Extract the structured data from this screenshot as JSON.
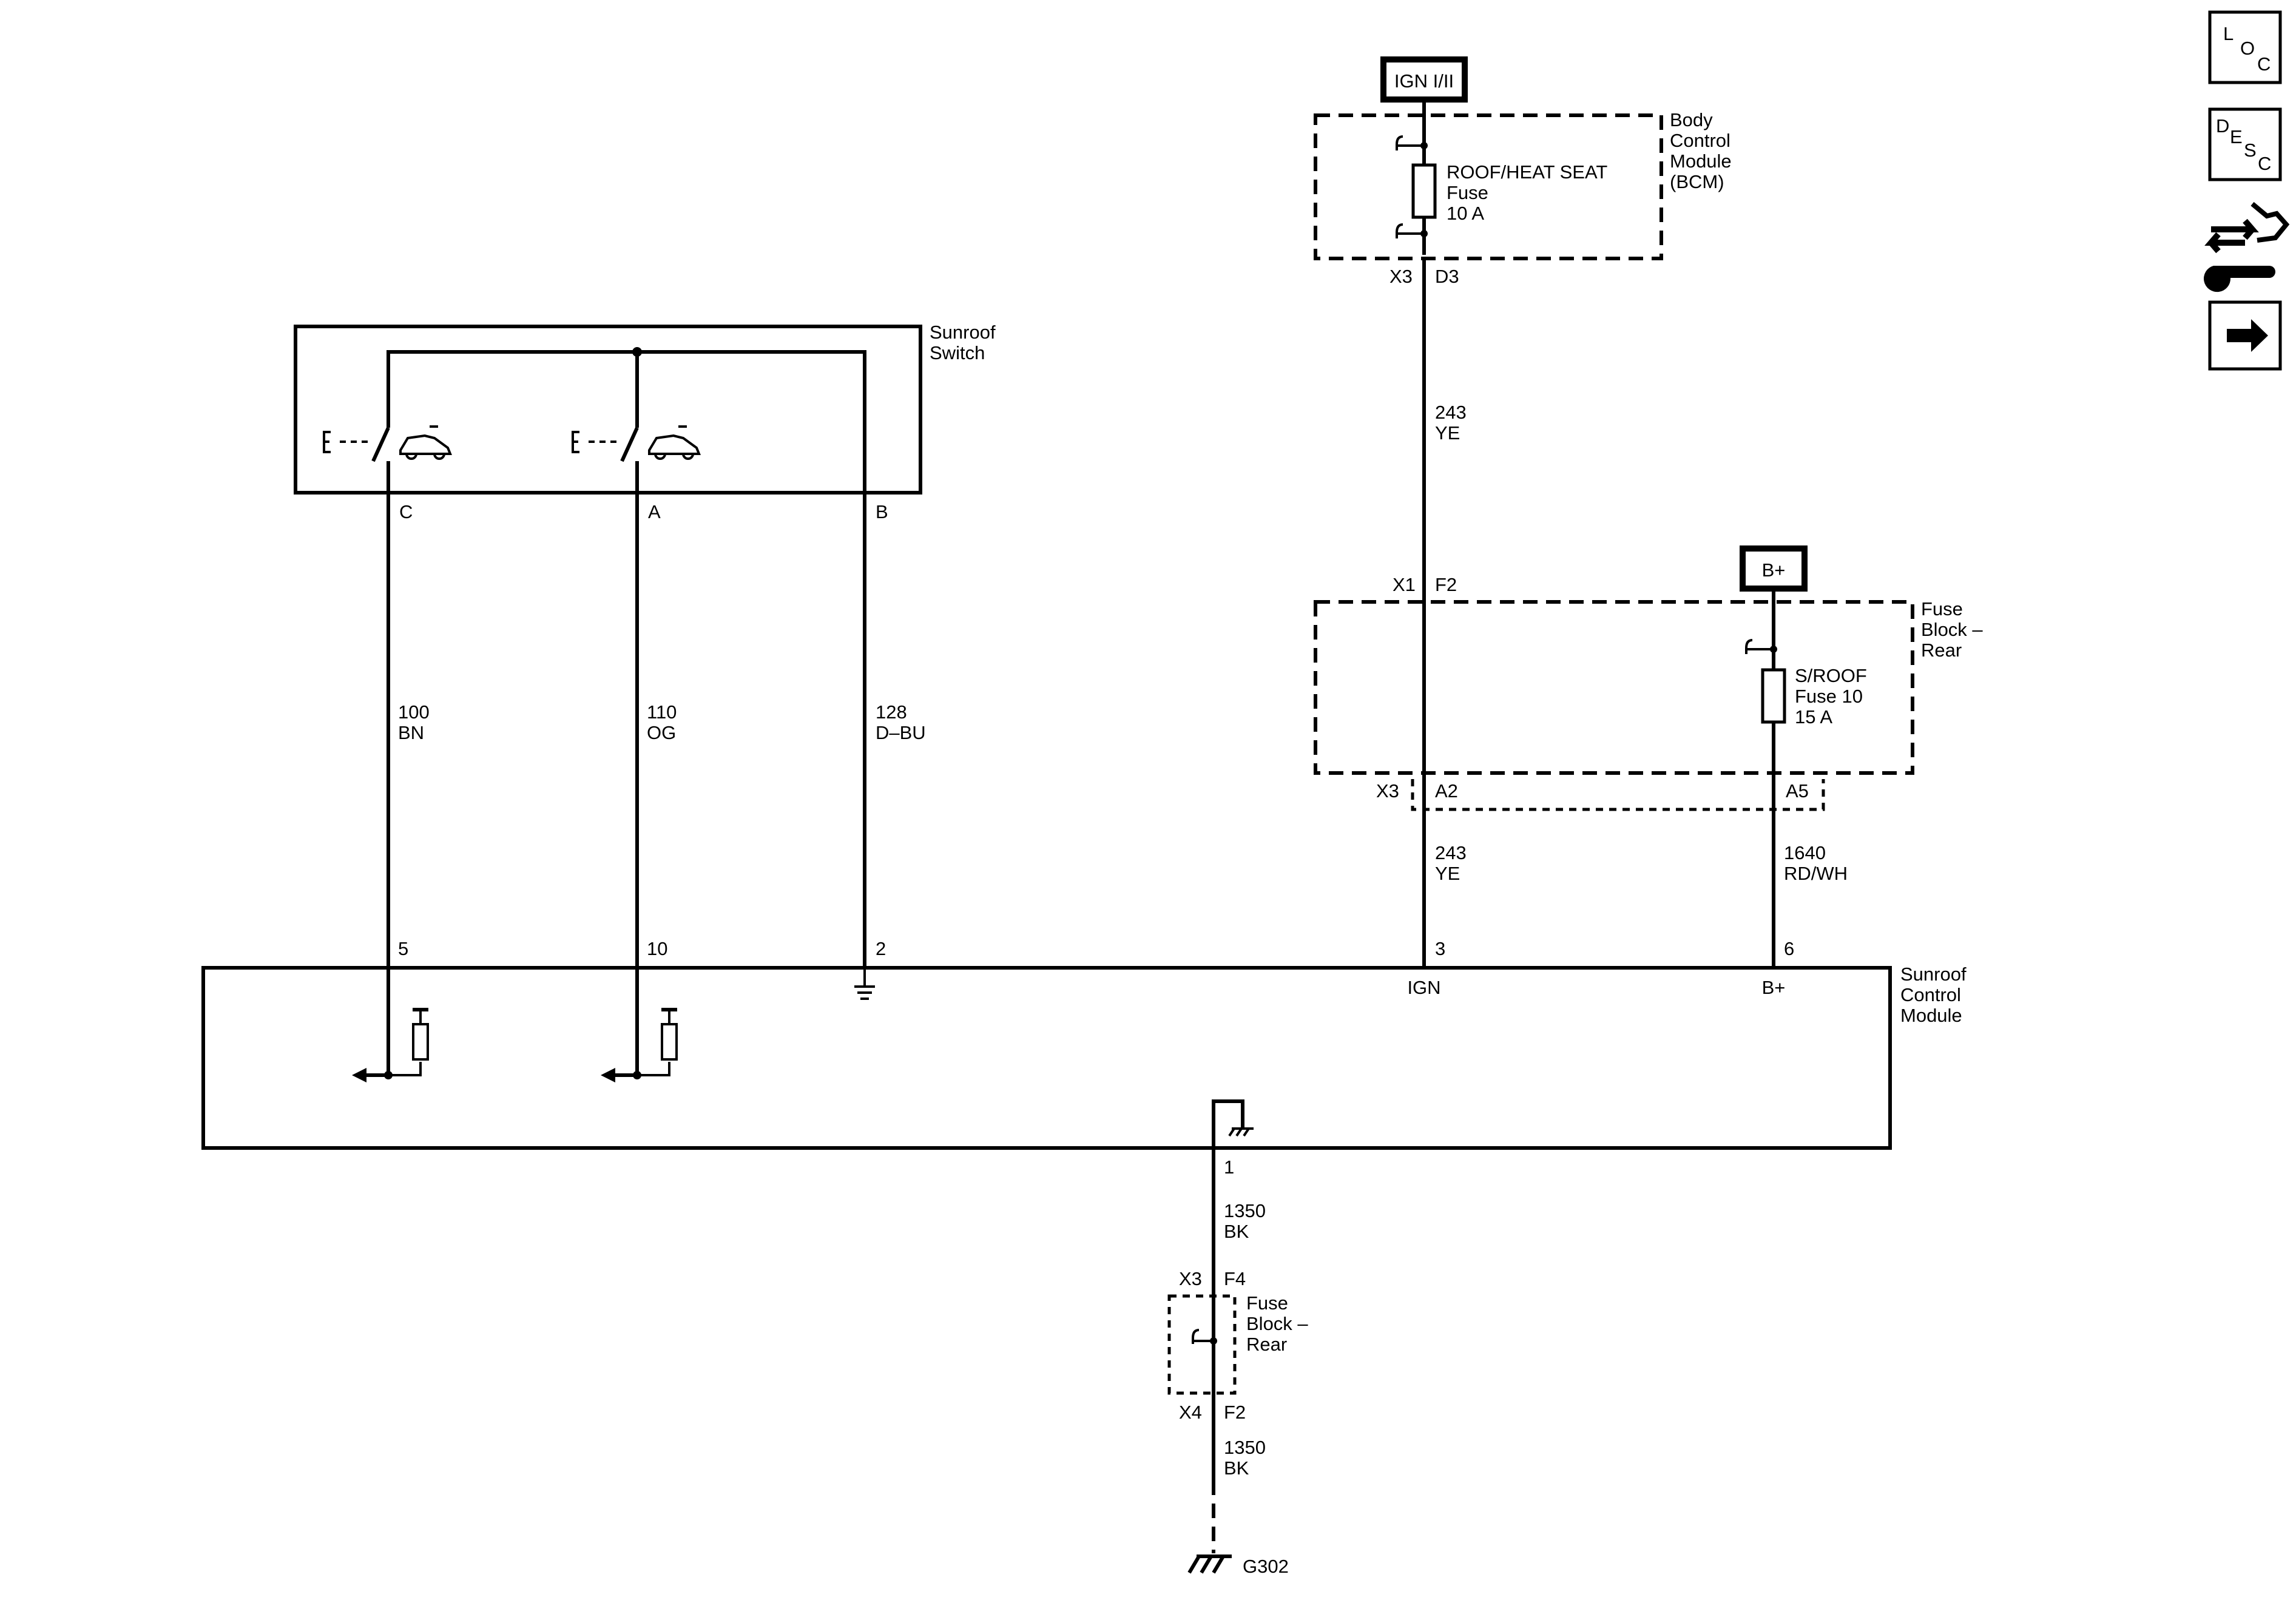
{
  "power_sources": {
    "ign": "IGN I/II",
    "bplus": "B+"
  },
  "bcm": {
    "name_lines": [
      "Body",
      "Control",
      "Module",
      "(BCM)"
    ],
    "fuse_lines": [
      "ROOF/HEAT SEAT",
      "Fuse",
      "10 A"
    ],
    "connector": "X3",
    "pin": "D3"
  },
  "wires": {
    "ign_upper": {
      "circuit": "243",
      "color": "YE"
    },
    "ign_lower": {
      "circuit": "243",
      "color": "YE"
    },
    "bplus_feed": {
      "circuit": "1640",
      "color": "RD/WH"
    },
    "switch_c": {
      "circuit": "100",
      "color": "BN"
    },
    "switch_a": {
      "circuit": "110",
      "color": "OG"
    },
    "switch_b": {
      "circuit": "128",
      "color": "D–BU"
    },
    "ground_upper": {
      "circuit": "1350",
      "color": "BK"
    },
    "ground_lower": {
      "circuit": "1350",
      "color": "BK"
    }
  },
  "fuse_block_rear": {
    "name_lines": [
      "Fuse",
      "Block –",
      "Rear"
    ],
    "in_connector": "X1",
    "in_pin": "F2",
    "out_connector": "X3",
    "out_pin_ign": "A2",
    "out_pin_bplus": "A5",
    "fuse_lines": [
      "S/ROOF",
      "Fuse 10",
      "15 A"
    ]
  },
  "sunroof_switch": {
    "name_lines": [
      "Sunroof",
      "Switch"
    ],
    "pins": {
      "c": "C",
      "a": "A",
      "b": "B"
    }
  },
  "sunroof_module": {
    "name_lines": [
      "Sunroof",
      "Control",
      "Module"
    ],
    "pins": {
      "c": "5",
      "a": "10",
      "b": "2",
      "ign": "3",
      "bplus": "6",
      "ground": "1"
    },
    "labels": {
      "ign": "IGN",
      "bplus": "B+"
    }
  },
  "ground_splice": {
    "name_lines": [
      "Fuse",
      "Block –",
      "Rear"
    ],
    "top_connector": "X3",
    "top_pin": "F4",
    "bottom_connector": "X4",
    "bottom_pin": "F2"
  },
  "ground": {
    "name": "G302"
  },
  "toolbar": {
    "loc": [
      "L",
      "O",
      "C"
    ],
    "desc": [
      "D",
      "E",
      "S",
      "C"
    ]
  }
}
